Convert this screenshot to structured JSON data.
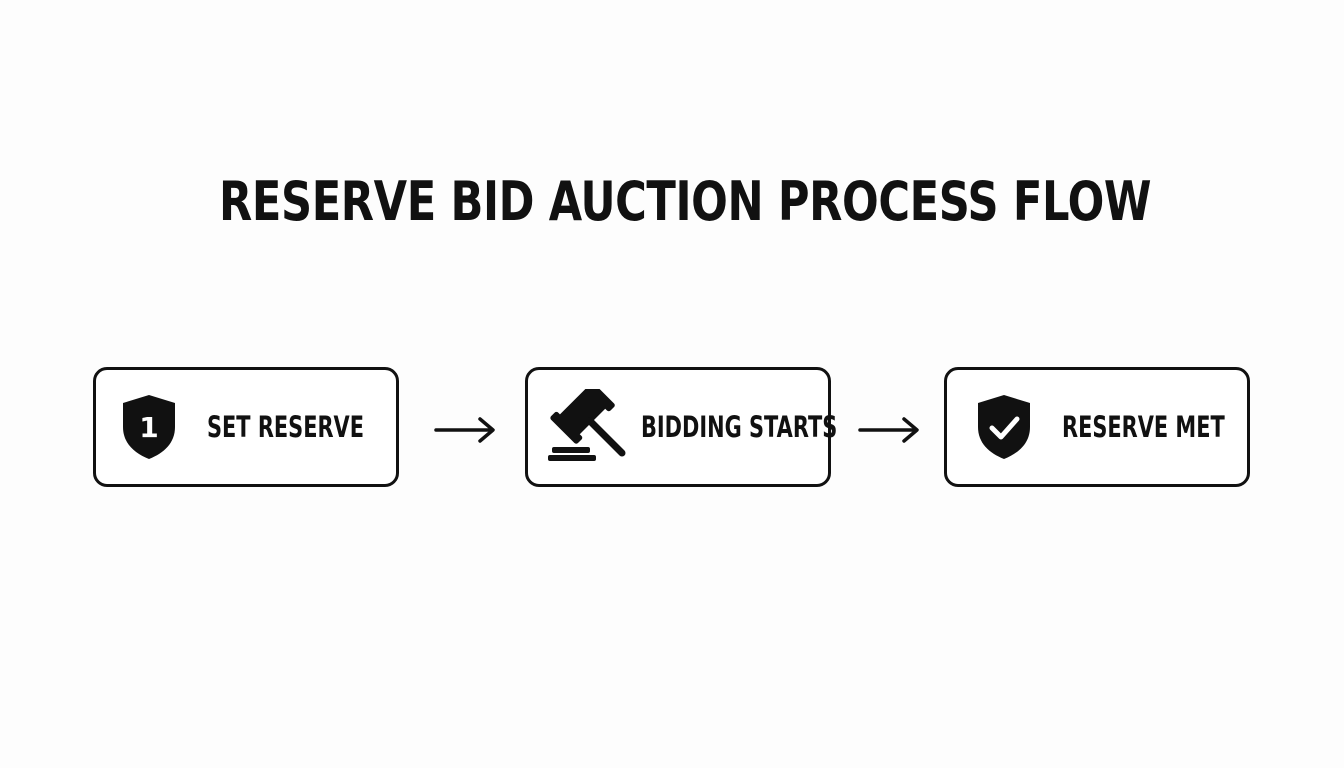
{
  "title": "RESERVE BID AUCTION PROCESS FLOW",
  "steps": [
    {
      "label": "SET RESERVE",
      "icon": "shield-number-icon",
      "icon_text": "1"
    },
    {
      "label": "BIDDING STARTS",
      "icon": "gavel-icon"
    },
    {
      "label": "RESERVE MET",
      "icon": "shield-check-icon"
    }
  ],
  "colors": {
    "ink": "#111111",
    "background": "#fdfdfd"
  }
}
